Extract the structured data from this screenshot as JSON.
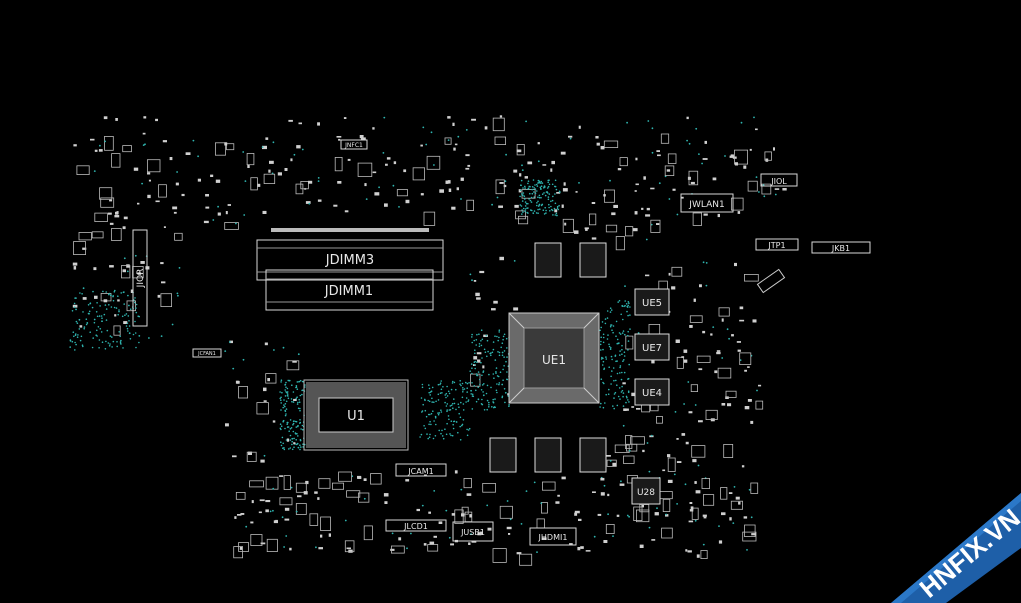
{
  "board": {
    "background": "#000000",
    "silkscreen_color": "#e0e0e0",
    "via_color": "#2fb5b0",
    "components": {
      "jdimm3": "JDIMM3",
      "jdimm1": "JDIMM1",
      "u1": "U1",
      "ue1": "UE1",
      "ue5": "UE5",
      "ue7": "UE7",
      "ue4": "UE4",
      "u28": "U28",
      "jior": "JIOR",
      "jwlan1": "JWLAN1",
      "jiol": "JIOL",
      "jtp1": "JTP1",
      "jkb1": "JKB1",
      "jcam1": "JCAM1",
      "jlcd1": "JLCD1",
      "jusb1": "JUSB1",
      "jhdmi1": "JHDMI1",
      "jnfc1": "JNFC1",
      "jcfan1": "JCFAN1"
    }
  },
  "watermark": {
    "text": "HNFIX.VN",
    "banner_color": "#1e5fa8"
  }
}
